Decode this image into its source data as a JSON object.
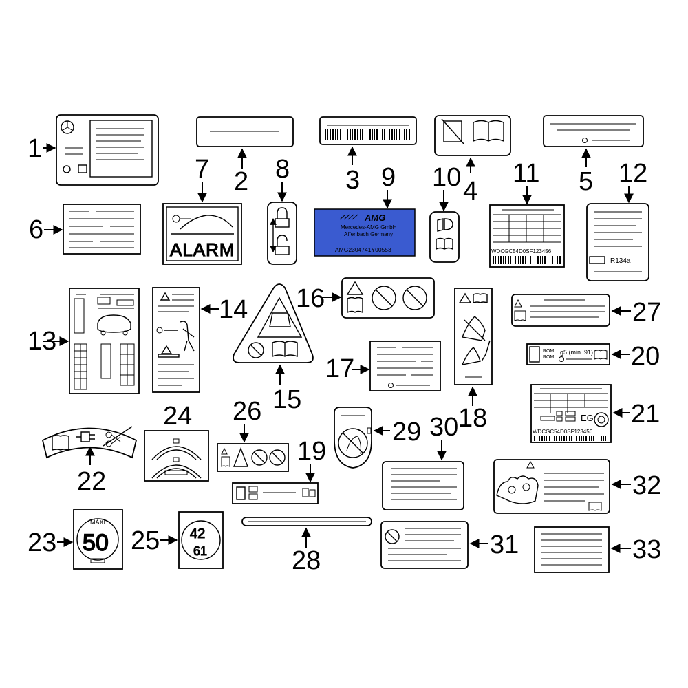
{
  "callouts": [
    "1",
    "2",
    "3",
    "4",
    "5",
    "6",
    "7",
    "8",
    "9",
    "10",
    "11",
    "12",
    "13",
    "14",
    "15",
    "16",
    "17",
    "18",
    "19",
    "20",
    "21",
    "22",
    "23",
    "24",
    "25",
    "26",
    "27",
    "28",
    "29",
    "30",
    "31",
    "32",
    "33"
  ],
  "labels": {
    "alarm_text": "ALARM",
    "amg_logo": "AMG",
    "amg_company": "Mercedes-AMG GmbH",
    "amg_city": "Affenbach Germany",
    "amg_code": "AMG2304741Y00553",
    "vin_11": "WDCGC54D0SF123456",
    "vin_21": "WDCGC54D0SF123456",
    "refrigerant": "R134a",
    "rom_1": "ROM",
    "rom_2": "ROM",
    "fuel_grade": "g5 (min. 91)",
    "eg_mark": "EG",
    "maxi_text": "MAXI",
    "speed_value": "50",
    "pressure_1": "42",
    "pressure_2": "61"
  },
  "colors": {
    "amg_label_blue": "#3a5bd0",
    "line": "#000000",
    "background": "#ffffff"
  }
}
